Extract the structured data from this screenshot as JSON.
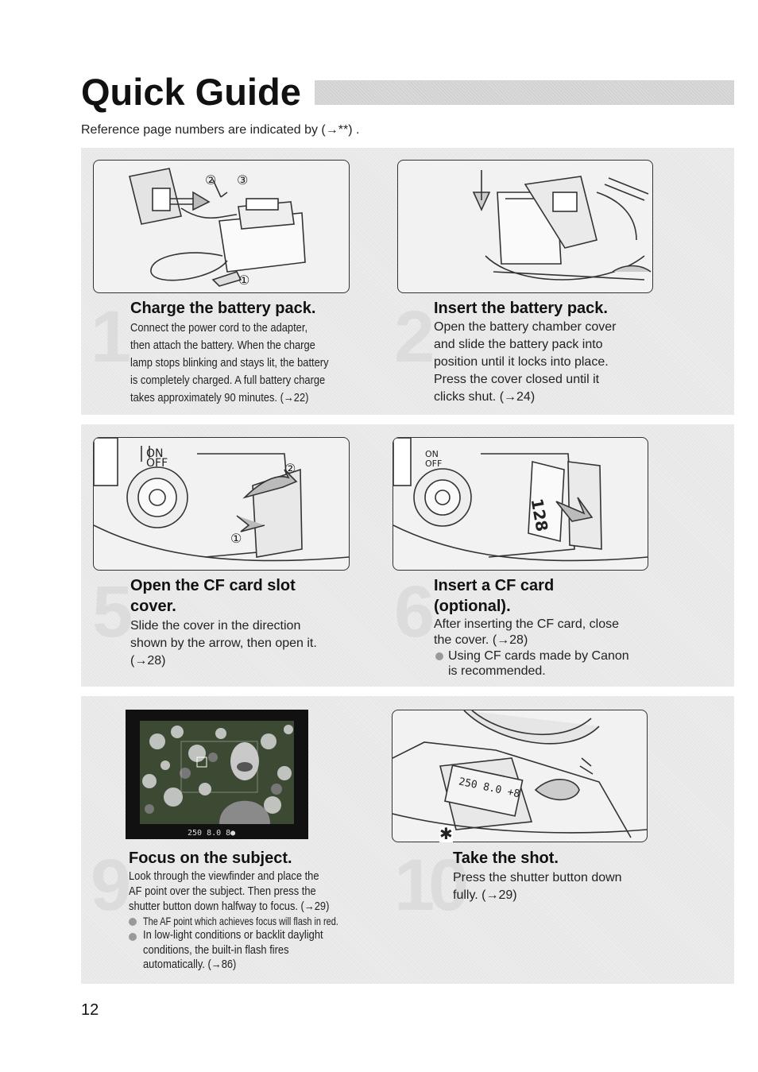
{
  "header": {
    "title": "Quick Guide",
    "reference_note": "Reference page numbers are indicated by (→**) ."
  },
  "steps": [
    {
      "number": "1",
      "title": "Charge the battery pack.",
      "body": [
        "Connect the power cord to the adapter,",
        "then attach the battery. When the charge",
        "lamp stops blinking and stays lit, the battery",
        "is completely charged. A full battery charge",
        "takes approximately 90 minutes. (→22)"
      ]
    },
    {
      "number": "2",
      "title": "Insert the battery pack.",
      "body": [
        "Open the battery chamber cover",
        "and slide the battery pack into",
        "position until it locks into place.",
        "Press the cover closed until it",
        "clicks shut. (→24)"
      ]
    },
    {
      "number": "5",
      "title": [
        "Open the CF card slot",
        "cover."
      ],
      "body": [
        "Slide the cover in the direction",
        "shown by the arrow, then open it.",
        "(→28)"
      ]
    },
    {
      "number": "6",
      "title": [
        "Insert a CF card",
        "(optional)."
      ],
      "body": [
        "After inserting the CF card, close",
        "the cover. (→28)"
      ],
      "bullets": [
        [
          "Using CF cards made by Canon",
          "is recommended."
        ]
      ]
    },
    {
      "number": "9",
      "title": "Focus on the subject.",
      "body": [
        "Look through the viewfinder and place the",
        "AF point over the subject. Then press the",
        "shutter button down halfway to focus. (→29)"
      ],
      "bullets": [
        [
          "The AF point which achieves focus will flash in red."
        ],
        [
          "In low-light conditions or backlit daylight",
          "conditions, the built-in flash fires",
          "automatically. (→86)"
        ]
      ]
    },
    {
      "number": "10",
      "title": "Take the shot.",
      "body": [
        "Press the shutter button down",
        "fully. (→29)"
      ]
    }
  ],
  "illustration_labels": {
    "charger": [
      "①",
      "②",
      "③"
    ],
    "cf_cover": [
      "①",
      "②"
    ],
    "viewfinder_readout": "250  8.0        8●",
    "lcd_readout": "250  8.0  +8",
    "power_switch": [
      "ON",
      "OFF"
    ],
    "cf_card_label": "128",
    "asterisk": "✱"
  },
  "footer": {
    "page_number": "12"
  },
  "colors": {
    "panel_gray": "#ececec",
    "step_number_gray": "#dcdcdc",
    "bullet_gray": "#999999"
  }
}
